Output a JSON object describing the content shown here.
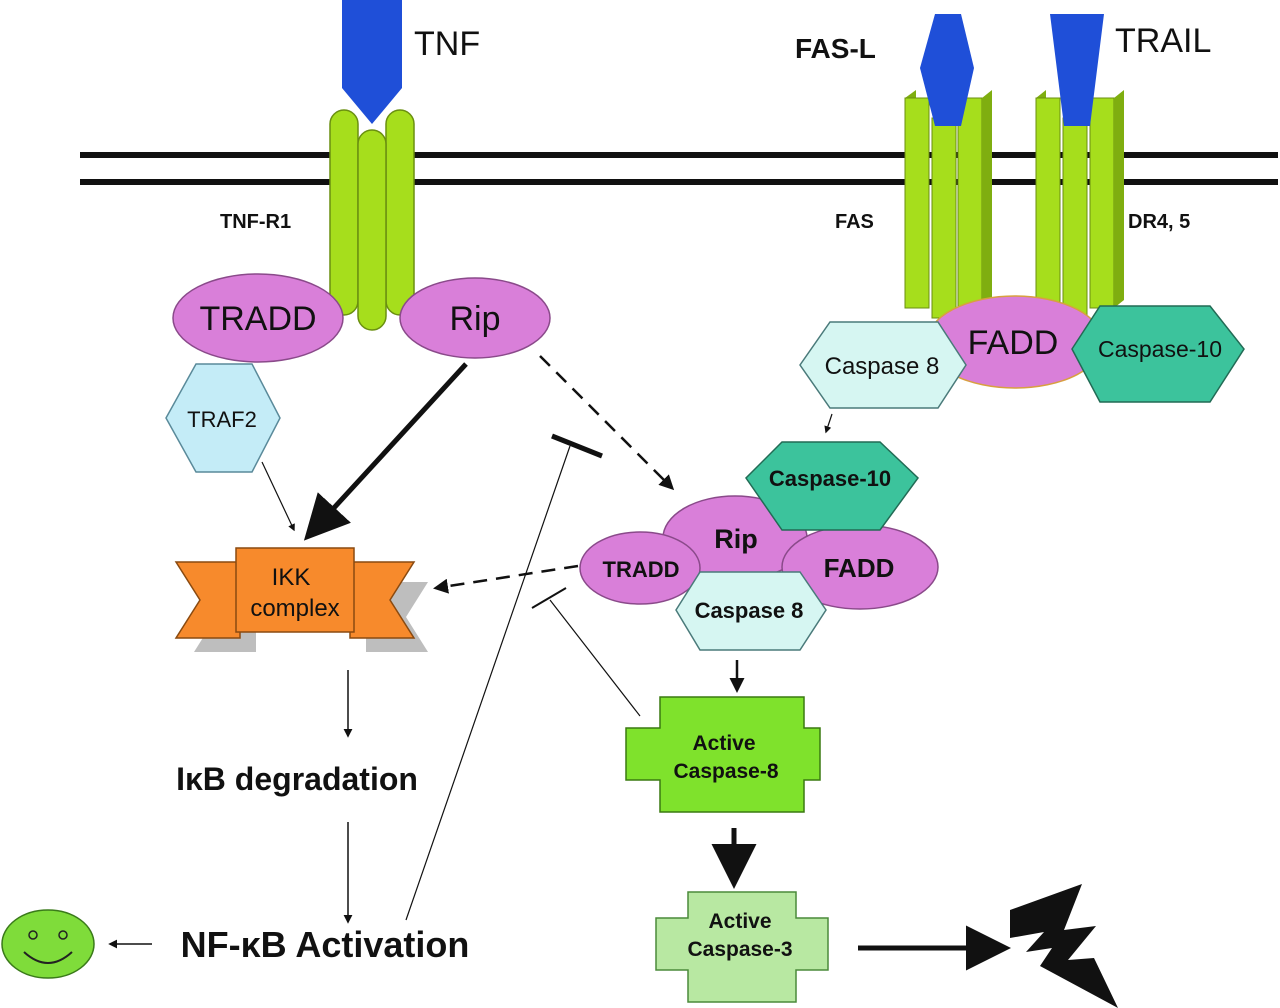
{
  "ligands": {
    "tnf": "TNF",
    "fasl": "FAS-L",
    "trail": "TRAIL"
  },
  "receptors": {
    "tnfr1": "TNF-R1",
    "fas": "FAS",
    "dr45": "DR4, 5"
  },
  "tnf_complex": {
    "tradd": "TRADD",
    "rip": "Rip",
    "traf2": "TRAF2"
  },
  "fas_complex": {
    "fadd": "FADD",
    "caspase8": "Caspase 8",
    "caspase10": "Caspase-10"
  },
  "disc": {
    "caspase10": "Caspase-10",
    "rip": "Rip",
    "tradd": "TRADD",
    "fadd": "FADD",
    "caspase8": "Caspase 8"
  },
  "ikk": {
    "line1": "IKK",
    "line2": "complex"
  },
  "ikb": "IκB degradation",
  "nfkb": "NF-κB Activation",
  "active_casp8": {
    "line1": "Active",
    "line2": "Caspase-8"
  },
  "active_casp3": {
    "line1": "Active",
    "line2": "Caspase-3"
  },
  "colors": {
    "ligand": "#1f4fd8",
    "receptor": "#a6de1c",
    "protein_violet": "#d97fd9",
    "hex_light": "#d6f6f2",
    "hex_teal": "#3cc39c",
    "traf_blue": "#c4ecf7",
    "ikk_orange": "#f78a2c",
    "active8": "#7fe22c",
    "active3": "#b8e8a2",
    "smiley": "#7fdc3a"
  }
}
